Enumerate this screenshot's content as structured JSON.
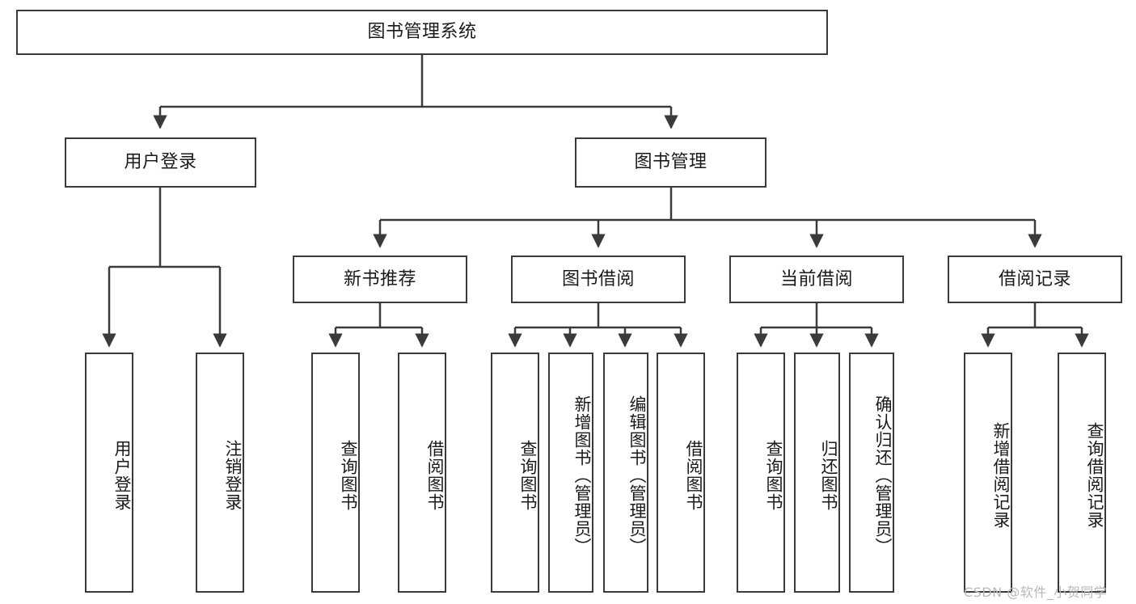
{
  "diagram": {
    "title_node": {
      "label": "图书管理系统"
    },
    "level2": [
      {
        "label": "用户登录"
      },
      {
        "label": "图书管理"
      }
    ],
    "level3": [
      {
        "label": "新书推荐"
      },
      {
        "label": "图书借阅"
      },
      {
        "label": "当前借阅"
      },
      {
        "label": "借阅记录"
      }
    ],
    "leaves": [
      {
        "label": "用户登录"
      },
      {
        "label": "注销登录"
      },
      {
        "label": "查询图书"
      },
      {
        "label": "借阅图书"
      },
      {
        "label": "查询图书"
      },
      {
        "label": "新增图书（管理员）"
      },
      {
        "label": "编辑图书（管理员）"
      },
      {
        "label": "借阅图书"
      },
      {
        "label": "查询图书"
      },
      {
        "label": "归还图书"
      },
      {
        "label": "确认归还（管理员）"
      },
      {
        "label": "新增借阅记录"
      },
      {
        "label": "查询借阅记录"
      }
    ],
    "watermark": "CSDN @软件_小贺同学",
    "colors": {
      "border": "#3a3a3a",
      "text": "#1a1a1a",
      "background": "#ffffff",
      "watermark": "#b8b8b8"
    }
  }
}
